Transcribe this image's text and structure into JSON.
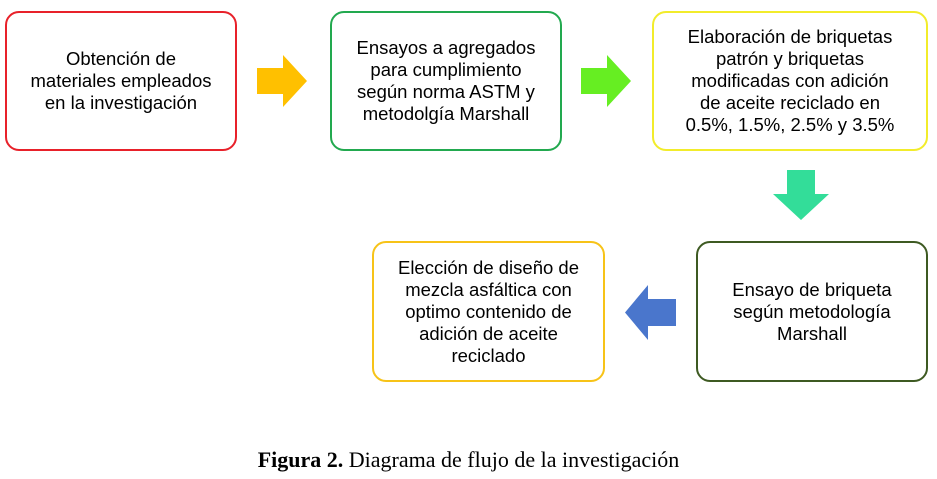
{
  "diagram": {
    "steps": [
      {
        "text": "Obtención de\nmateriales empleados\nen la investigación",
        "border": "#e8212a"
      },
      {
        "text": "Ensayos a agregados\npara cumplimiento\nsegún norma ASTM y\nmetodolgía Marshall",
        "border": "#22a94f"
      },
      {
        "text": "Elaboración de briquetas\npatrón y briquetas\nmodificadas con adición\nde aceite reciclado en\n0.5%, 1.5%, 2.5% y 3.5%",
        "border": "#f2ec2b"
      },
      {
        "text": "Ensayo de briqueta\nsegún metodología\nMarshall",
        "border": "#3e5a22"
      },
      {
        "text": "Elección de diseño de\nmezcla asfáltica con\noptimo contenido de\nadición de aceite\nreciclado",
        "border": "#f7c318"
      }
    ],
    "arrows": [
      {
        "from": 1,
        "to": 2,
        "color": "#ffc000"
      },
      {
        "from": 2,
        "to": 3,
        "color": "#66ee22"
      },
      {
        "from": 3,
        "to": 4,
        "color": "#33dd99"
      },
      {
        "from": 4,
        "to": 5,
        "color": "#4a76cc"
      }
    ]
  },
  "caption": {
    "label": "Figura 2.",
    "text": " Diagrama de flujo de la investigación"
  }
}
